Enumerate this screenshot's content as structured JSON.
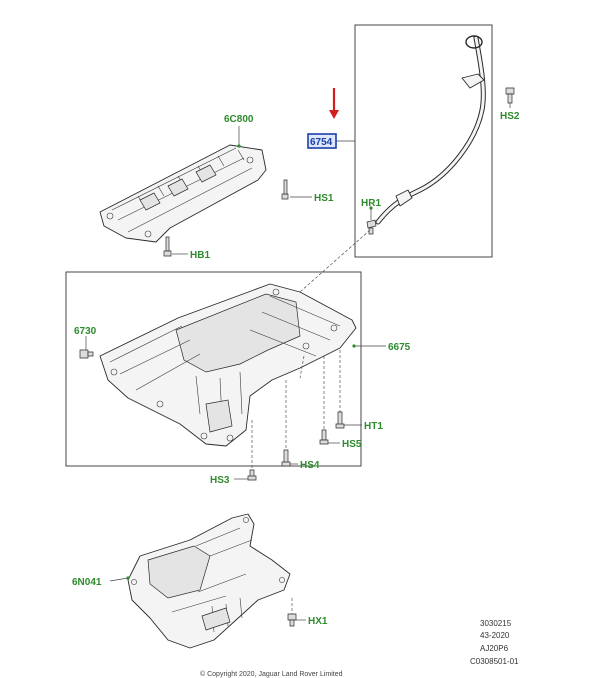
{
  "labels": {
    "dipstick_tube": "6754",
    "stud_hs2": "HS2",
    "bolt_hr1": "HR1",
    "upper_case": "6C800",
    "stud_hs1": "HS1",
    "bolt_hb1": "HB1",
    "drain_plug": "6730",
    "oil_pan": "6675",
    "stud_ht1": "HT1",
    "stud_hs5": "HS5",
    "stud_hs4": "HS4",
    "stud_hs3": "HS3",
    "shield": "6N041",
    "bolt_hx1": "HX1"
  },
  "meta": {
    "line1": "3030215",
    "line2": "43-2020",
    "line3": "AJ20P6",
    "line4": "C0308501-01"
  },
  "copyright": "© Copyright 2020, Jaguar Land Rover Limited",
  "colors": {
    "callout": "#2e8b2e",
    "selected_box": "#1a3fa8",
    "selected_fill": "#dfe6ff",
    "arrow": "#d21e1e"
  }
}
